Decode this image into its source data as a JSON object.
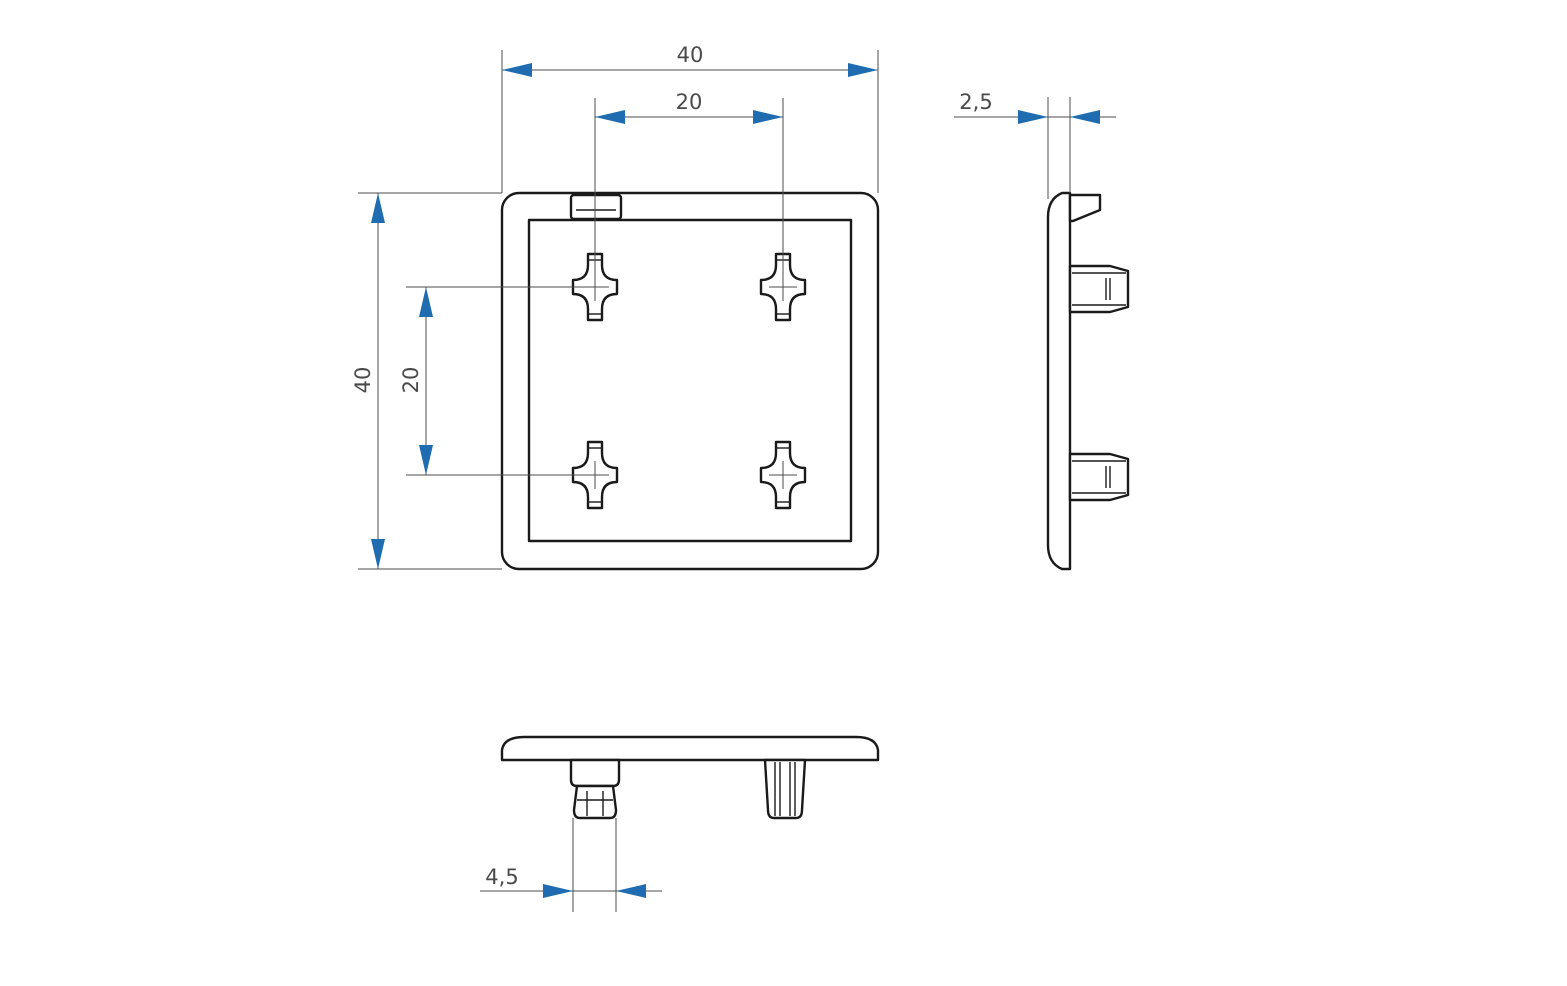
{
  "drawing": {
    "arrow_color": "#1f6db0",
    "line_color": "#1a1a1a",
    "dimensions": {
      "top_width": "40",
      "top_hole_spacing": "20",
      "left_height": "40",
      "left_hole_spacing": "20",
      "side_thickness": "2,5",
      "bottom_pin_width": "4,5"
    }
  }
}
